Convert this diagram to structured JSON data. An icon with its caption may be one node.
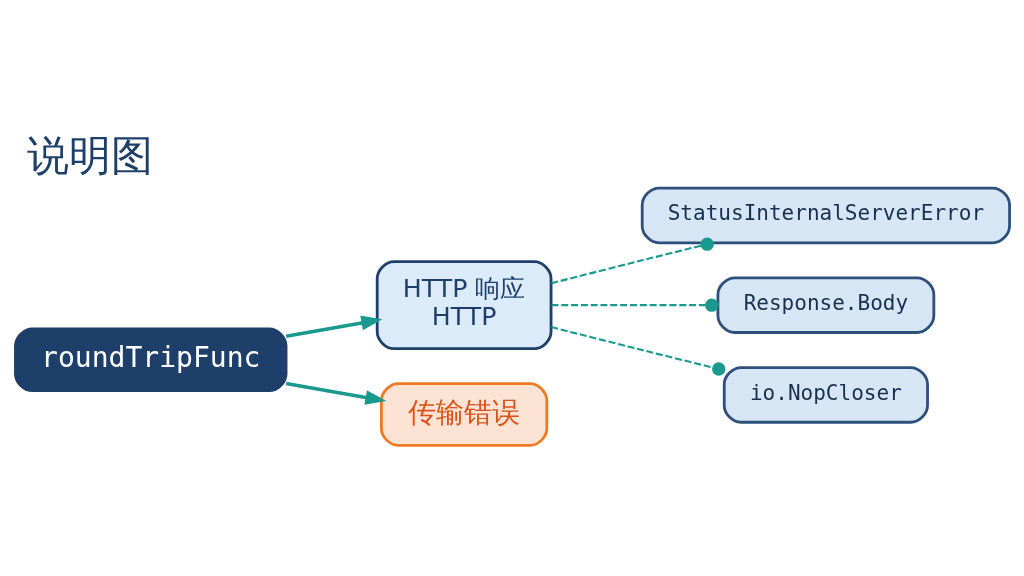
{
  "diagram": {
    "title": "说明图",
    "nodes": [
      {
        "text": [
          "roundTripFunc"
        ]
      },
      {
        "text": [
          "HTTP 响应",
          "HTTP"
        ]
      },
      {
        "text": [
          "传输错误"
        ]
      },
      {
        "text": [
          "StatusInternalServerError"
        ]
      },
      {
        "text": [
          "Response.Body"
        ]
      },
      {
        "text": [
          "io.NopCloser"
        ]
      }
    ],
    "edges": [
      {
        "from": 0,
        "to": 1,
        "arrow": "to"
      },
      {
        "from": 0,
        "to": 2,
        "arrow": "to"
      },
      {
        "from": 1,
        "to": 3,
        "arrow": "other",
        "style": "dashed"
      },
      {
        "from": 1,
        "to": 4,
        "arrow": "other",
        "style": "dashed"
      },
      {
        "from": 1,
        "to": 5,
        "arrow": "other",
        "style": "dashed"
      }
    ]
  }
}
